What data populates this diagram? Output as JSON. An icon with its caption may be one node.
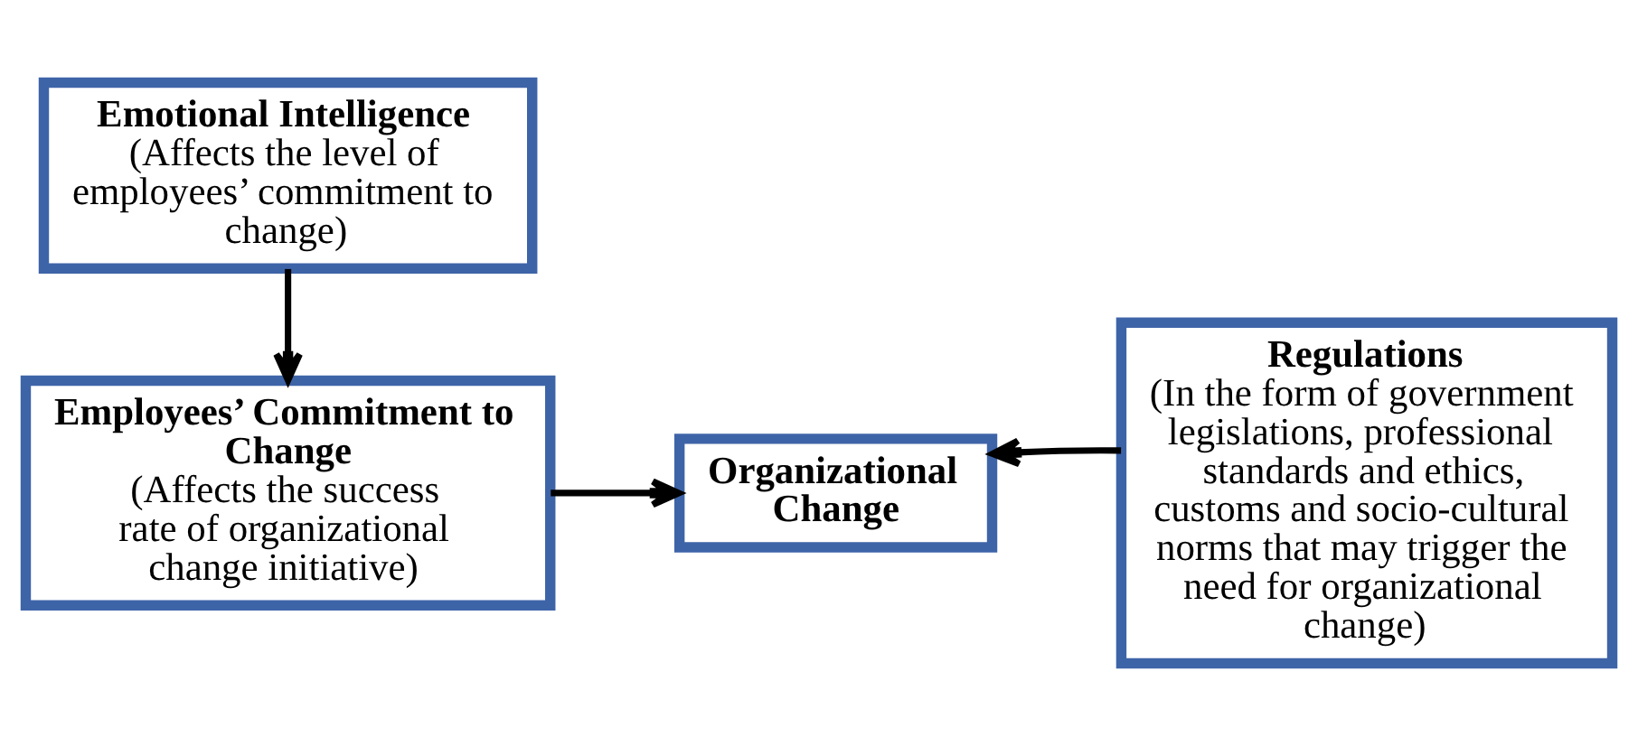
{
  "diagram": {
    "nodes": [
      {
        "text": [
          "Employees’ Commitment to Change",
          "(Affects the success rate of organizational change initiative)"
        ]
      },
      {
        "text": [
          "Organizational Change"
        ]
      },
      {
        "text": [
          "Regulations",
          "(In the form of government legislations, professional standards and ethics, customs and socio-cultural norms that may trigger the need for organizational change)"
        ]
      },
      {
        "text": [
          "Emotional Intelligence",
          "(Affects the level of employees’ commitment to change)"
        ]
      }
    ],
    "edges": [
      {
        "from": 0,
        "to": 1,
        "arrow": "to"
      },
      {
        "from": 2,
        "to": 1,
        "arrow": "to"
      },
      {
        "from": 3,
        "to": 0,
        "arrow": "to"
      }
    ]
  }
}
